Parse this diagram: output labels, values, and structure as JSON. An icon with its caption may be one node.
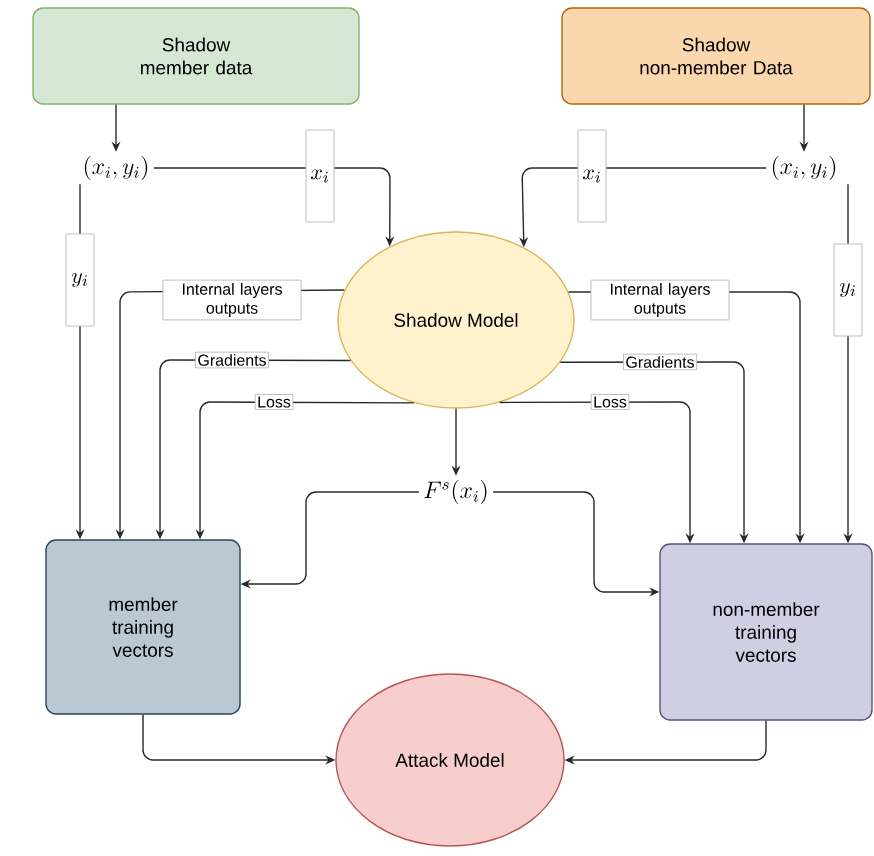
{
  "diagram": {
    "nodes": [
      {
        "text": [
          "Shadow member data"
        ]
      },
      {
        "text": [
          "Shadow non-member Data"
        ]
      },
      {
        "text": [
          "(x_i, y_i)"
        ]
      },
      {
        "text": [
          "(x_i, y_i)"
        ]
      },
      {
        "text": [
          "Shadow Model"
        ]
      },
      {
        "text": [
          "F^s(x_i)"
        ]
      },
      {
        "text": [
          "member training vectors"
        ]
      },
      {
        "text": [
          "non-member training vectors"
        ]
      },
      {
        "text": [
          "Attack Model"
        ]
      }
    ],
    "edges": [
      {
        "from": 0,
        "to": 2,
        "arrow": "to"
      },
      {
        "from": 1,
        "to": 3,
        "arrow": "to"
      },
      {
        "from": 2,
        "to": 4,
        "arrow": "to",
        "label": "x_i"
      },
      {
        "from": 3,
        "to": 4,
        "arrow": "to",
        "label": "x_i"
      },
      {
        "from": 2,
        "to": 6,
        "arrow": "to",
        "label": "y_i"
      },
      {
        "from": 3,
        "to": 7,
        "arrow": "to",
        "label": "y_i"
      },
      {
        "from": 4,
        "to": 6,
        "arrow": "to",
        "label": "Internal layers outputs"
      },
      {
        "from": 4,
        "to": 6,
        "arrow": "to",
        "label": "Gradients"
      },
      {
        "from": 4,
        "to": 6,
        "arrow": "to",
        "label": "Loss"
      },
      {
        "from": 4,
        "to": 7,
        "arrow": "to",
        "label": "Internal layers outputs"
      },
      {
        "from": 4,
        "to": 7,
        "arrow": "to",
        "label": "Gradients"
      },
      {
        "from": 4,
        "to": 7,
        "arrow": "to",
        "label": "Loss"
      },
      {
        "from": 4,
        "to": 5,
        "arrow": "to"
      },
      {
        "from": 5,
        "to": 6,
        "arrow": "to"
      },
      {
        "from": 5,
        "to": 7,
        "arrow": "to"
      },
      {
        "from": 6,
        "to": 8,
        "arrow": "to"
      },
      {
        "from": 7,
        "to": 8,
        "arrow": "to"
      }
    ]
  }
}
